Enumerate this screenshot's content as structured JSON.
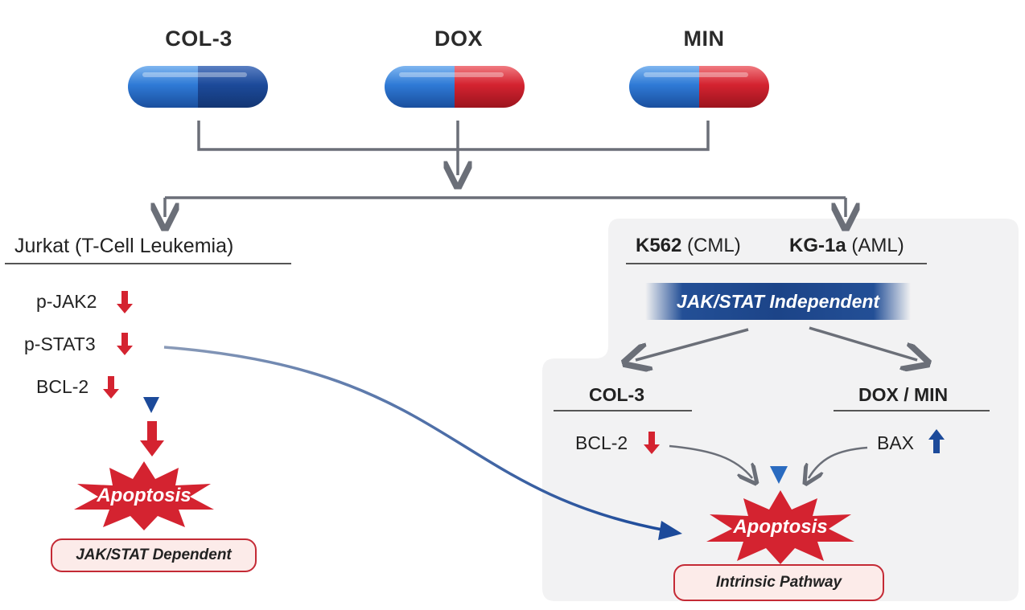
{
  "drugs": [
    {
      "label": "COL-3",
      "left_color": "#2f7ad6",
      "right_color": "#1c4a9a"
    },
    {
      "label": "DOX",
      "left_color": "#2f7ad6",
      "right_color": "#d42330"
    },
    {
      "label": "MIN",
      "left_color": "#2f7ad6",
      "right_color": "#d42330"
    }
  ],
  "left_branch": {
    "title": "Jurkat (T-Cell Leukemia)",
    "markers": [
      {
        "label": "p-JAK2",
        "direction": "down"
      },
      {
        "label": "p-STAT3",
        "direction": "down"
      },
      {
        "label": "BCL-2",
        "direction": "down"
      }
    ],
    "outcome": "Apoptosis",
    "tag": "JAK/STAT Dependent"
  },
  "right_branch": {
    "cell1_name": "K562",
    "cell1_type": "(CML)",
    "cell2_name": "KG-1a",
    "cell2_type": "(AML)",
    "banner": "JAK/STAT Independent",
    "sub_left": {
      "title": "COL-3",
      "marker": "BCL-2",
      "direction": "down"
    },
    "sub_right": {
      "title": "DOX / MIN",
      "marker": "BAX",
      "direction": "up"
    },
    "outcome": "Apoptosis",
    "tag": "Intrinsic Pathway"
  },
  "colors": {
    "down_arrow": "#d42330",
    "up_arrow": "#1c4a9a",
    "connector": "#6b6f78",
    "blue_arrow": "#1c4a9a",
    "panel": "#f2f2f3"
  }
}
